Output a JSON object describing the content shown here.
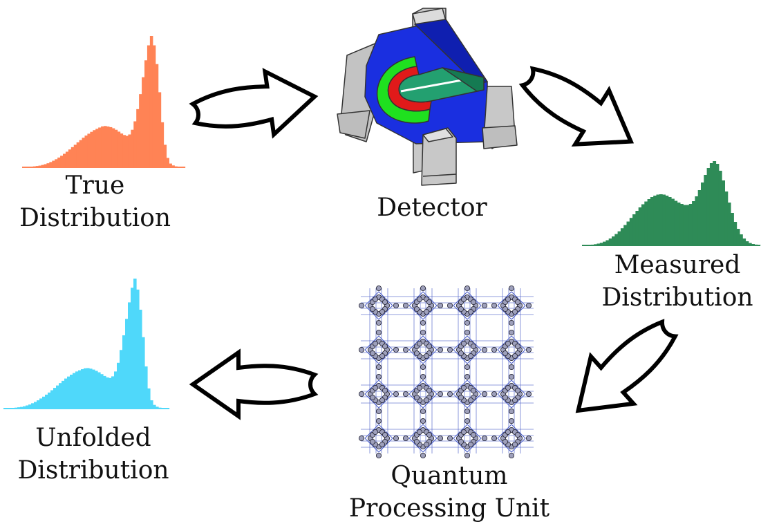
{
  "labels": {
    "true_dist": [
      "True",
      "Distribution"
    ],
    "detector": "Detector",
    "measured_dist": [
      "Measured",
      "Distribution"
    ],
    "unfolded_dist": [
      "Unfolded",
      "Distribution"
    ],
    "qpu": [
      "Quantum",
      "Processing Unit"
    ]
  },
  "colors": {
    "true": "#ff8355",
    "measured": "#2e8b57",
    "unfolded": "#4fd8fa",
    "arrow_stroke": "#000000",
    "arrow_fill": "#ffffff",
    "detector_frame": "#c8c8c8",
    "detector_outer": "#1a2fe0",
    "detector_green": "#1fe01f",
    "detector_red": "#e01a1a",
    "detector_inner": "#23a070",
    "qpu_node": "#9ea0bb",
    "qpu_line": "#4a5ec8"
  },
  "icons": [
    "flow-arrow-icon",
    "detector-icon",
    "qpu-lattice-icon"
  ],
  "chart_data": [
    {
      "type": "bar",
      "name": "true",
      "values": [
        0.2,
        0.3,
        0.5,
        0.7,
        1,
        1.4,
        1.8,
        2.5,
        3.3,
        4.3,
        5.6,
        7,
        8.6,
        10.4,
        12.3,
        14.4,
        16.6,
        19,
        21.5,
        24,
        26.6,
        29,
        31.5,
        33.8,
        35.8,
        37.8,
        39.6,
        41,
        42.4,
        43.6,
        44,
        43.5,
        42.8,
        41.6,
        40,
        38,
        36,
        34.4,
        33.5,
        35,
        40,
        49,
        62,
        78,
        96,
        114,
        130,
        140,
        130,
        110,
        80,
        48,
        24,
        10,
        4,
        2,
        1,
        0.6,
        0.3,
        0.2
      ]
    },
    {
      "type": "bar",
      "name": "measured",
      "values": [
        0.2,
        0.4,
        0.7,
        1.1,
        1.7,
        2.6,
        3.8,
        5.4,
        7.5,
        10,
        13,
        16.5,
        20.4,
        24.8,
        29.5,
        34.5,
        39.8,
        45,
        50,
        55,
        59.5,
        63.5,
        67,
        70,
        72,
        73.5,
        74,
        73.5,
        72,
        70,
        67.5,
        64.5,
        62,
        60,
        58.5,
        58.5,
        60,
        64,
        71,
        80,
        91,
        102,
        112,
        119,
        122,
        118,
        108,
        94,
        78,
        62,
        47,
        34,
        24,
        16,
        10,
        6,
        3.5,
        2,
        1.2,
        0.6
      ]
    },
    {
      "type": "bar",
      "name": "unfolded",
      "values": [
        0.2,
        0.3,
        0.5,
        0.7,
        1,
        1.4,
        1.8,
        2.5,
        3.4,
        4.4,
        5.8,
        7.3,
        9,
        11,
        13,
        15.2,
        17.5,
        20,
        22.6,
        25.2,
        27.8,
        30.3,
        32.8,
        35,
        37,
        38.8,
        40.5,
        41.8,
        43,
        44,
        44.2,
        43.6,
        42.6,
        41.2,
        39.6,
        37.6,
        35.6,
        34,
        33.4,
        35.2,
        40.5,
        50,
        64,
        80,
        98,
        116,
        132,
        142,
        130,
        108,
        78,
        46,
        22,
        9,
        4,
        2,
        1,
        0.6,
        0.3,
        0.2
      ]
    }
  ]
}
